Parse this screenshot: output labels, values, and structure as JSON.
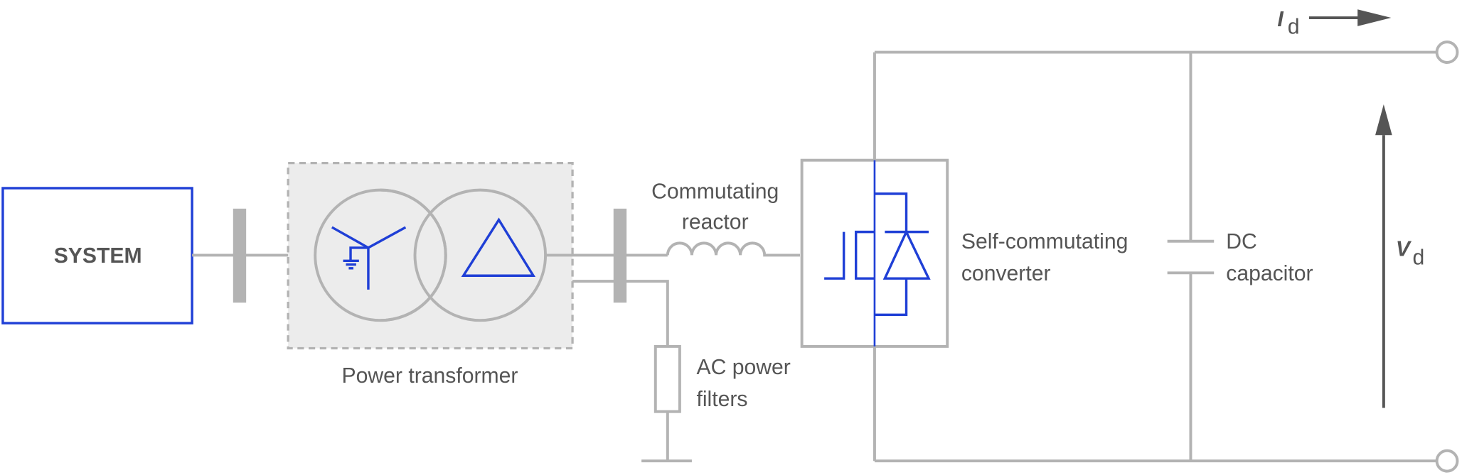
{
  "labels": {
    "system": "SYSTEM",
    "power_transformer": "Power transformer",
    "commutating_reactor": [
      "Commutating",
      "reactor"
    ],
    "ac_power_filters": [
      "AC power",
      "filters"
    ],
    "converter": [
      "Self-commutating",
      "converter"
    ],
    "dc_capacitor": [
      "DC",
      "capacitor"
    ],
    "current": {
      "symbol": "I",
      "subscript": "d"
    },
    "voltage": {
      "symbol": "V",
      "subscript": "d"
    }
  },
  "colors": {
    "line": "#b3b3b3",
    "symbol": "#1f3fd6",
    "text": "#555555",
    "transformer_fill": "#ececec",
    "arrow": "#555555"
  },
  "icons": [
    "busbar",
    "transformer-wye-delta",
    "ground",
    "inductor",
    "resistor-filter",
    "igbt-with-diode",
    "capacitor",
    "terminal"
  ]
}
